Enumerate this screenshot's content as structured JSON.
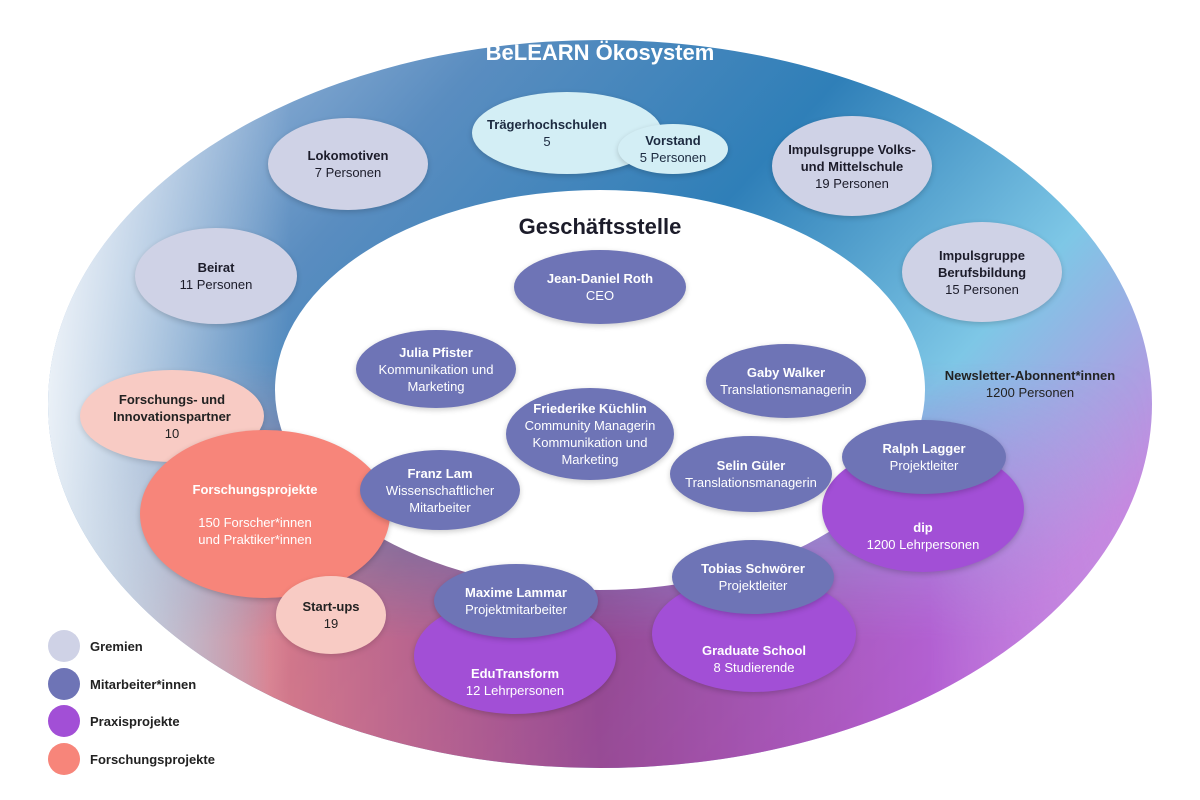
{
  "title": "BeLEARN Ökosystem",
  "subtitle": "Geschäftsstelle",
  "colors": {
    "gremien": "#cfd2e6",
    "mitarbeiter": "#6e74b6",
    "praxisprojekte": "#a24fd6",
    "forschungsprojekte": "#f7857a"
  },
  "outer": {
    "traegerhochschulen": {
      "name": "Trägerhochschulen",
      "value": "5"
    },
    "vorstand": {
      "name": "Vorstand",
      "value": "5 Personen"
    },
    "lokomotiven": {
      "name": "Lokomotiven",
      "value": "7 Personen"
    },
    "impuls_volks": {
      "name1": "Impulsgruppe Volks-",
      "name2": "und Mittelschule",
      "value": "19 Personen"
    },
    "beirat": {
      "name": "Beirat",
      "value": "11 Personen"
    },
    "impuls_beruf": {
      "name1": "Impulsgruppe",
      "name2": "Berufsbildung",
      "value": "15 Personen"
    },
    "newsletter": {
      "name": "Newsletter-Abonnent*innen",
      "value": "1200 Personen"
    },
    "fip": {
      "name1": "Forschungs- und",
      "name2": "Innovationspartner",
      "value": "10"
    },
    "forschungsprojekte": {
      "name": "Forschungsprojekte",
      "value1": "150 Forscher*innen",
      "value2": "und Praktiker*innen"
    },
    "startups": {
      "name": "Start-ups",
      "value": "19"
    },
    "dip": {
      "name": "dip",
      "value": "1200 Lehrpersonen"
    },
    "edutransform": {
      "name": "EduTransform",
      "value": "12  Lehrpersonen"
    },
    "graduate": {
      "name": "Graduate School",
      "value": "8 Studierende"
    }
  },
  "staff": {
    "roth": {
      "name": "Jean-Daniel Roth",
      "role": "CEO"
    },
    "pfister": {
      "name": "Julia Pfister",
      "role1": "Kommunikation und",
      "role2": "Marketing"
    },
    "walker": {
      "name": "Gaby Walker",
      "role": "Translationsmanagerin"
    },
    "kuechlin": {
      "name": "Friederike Küchlin",
      "role1": "Community Managerin",
      "role2": "Kommunikation und",
      "role3": "Marketing"
    },
    "gueler": {
      "name": "Selin Güler",
      "role": "Translationsmanagerin"
    },
    "lam": {
      "name": "Franz Lam",
      "role1": "Wissenschaftlicher",
      "role2": "Mitarbeiter"
    },
    "lagger": {
      "name": "Ralph Lagger",
      "role": "Projektleiter"
    },
    "lammar": {
      "name": "Maxime Lammar",
      "role": "Projektmitarbeiter"
    },
    "schwoerer": {
      "name": "Tobias Schwörer",
      "role": "Projektleiter"
    }
  },
  "legend": [
    {
      "label": "Gremien",
      "color": "#cfd2e6"
    },
    {
      "label": "Mitarbeiter*innen",
      "color": "#6e74b6"
    },
    {
      "label": "Praxisprojekte",
      "color": "#a24fd6"
    },
    {
      "label": "Forschungsprojekte",
      "color": "#f7857a"
    }
  ]
}
